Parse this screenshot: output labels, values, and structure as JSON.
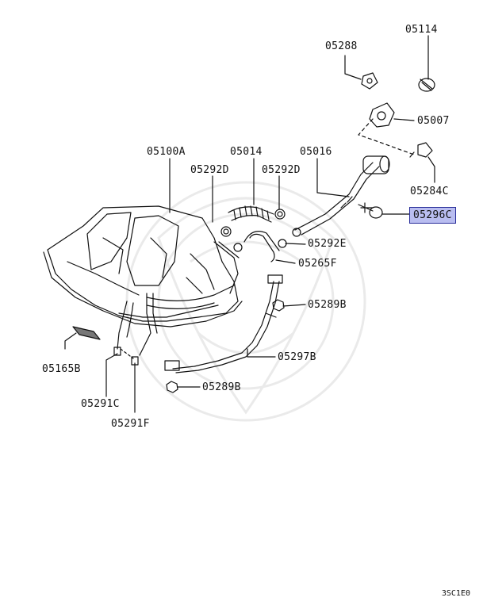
{
  "parts": {
    "p05114": "05114",
    "p05288": "05288",
    "p05007": "05007",
    "p05100A": "05100A",
    "p05014": "05014",
    "p05016": "05016",
    "p05292D_left": "05292D",
    "p05292D_right": "05292D",
    "p05284C": "05284C",
    "p05296C": "05296C",
    "p05292E": "05292E",
    "p05265F": "05265F",
    "p05289B_upper": "05289B",
    "p05297B": "05297B",
    "p05165B": "05165B",
    "p05289B_lower": "05289B",
    "p05291C": "05291C",
    "p05291F": "05291F"
  },
  "highlighted_part": "05296C",
  "diagram_code": "3SC1E0",
  "colors": {
    "highlight_fill": "#b9bdf0",
    "highlight_border": "#2a2f9a",
    "line": "#111111"
  }
}
